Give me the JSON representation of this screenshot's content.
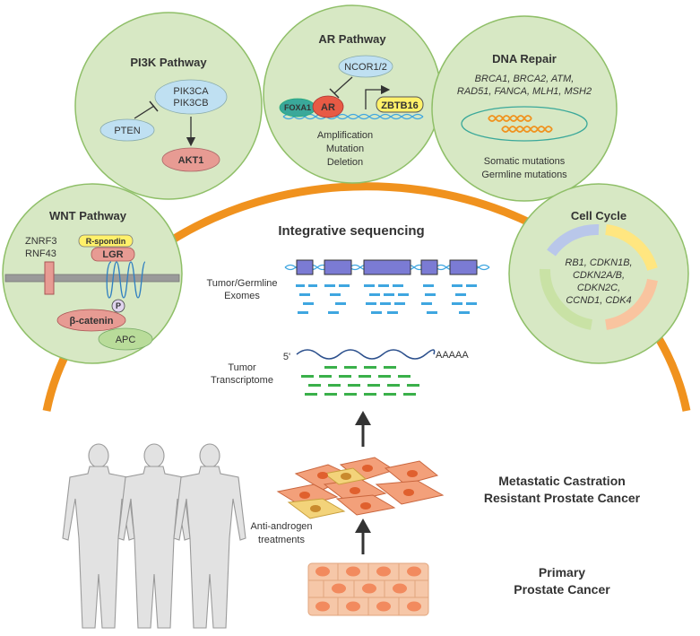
{
  "pi3k": {
    "title": "PI3K Pathway",
    "pik3ca": "PIK3CA",
    "pik3cb": "PIK3CB",
    "pten": "PTEN",
    "akt1": "AKT1"
  },
  "ar": {
    "title": "AR Pathway",
    "ncor": "NCOR1/2",
    "foxa1": "FOXA1",
    "ar": "AR",
    "zbtb16": "ZBTB16",
    "line1": "Amplification",
    "line2": "Mutation",
    "line3": "Deletion"
  },
  "dna": {
    "title": "DNA Repair",
    "genes1": "BRCA1, BRCA2, ATM,",
    "genes2": "RAD51, FANCA, MLH1, MSH2",
    "line1": "Somatic mutations",
    "line2": "Germline mutations"
  },
  "wnt": {
    "title": "WNT Pathway",
    "znrf3": "ZNRF3",
    "rnf43": "RNF43",
    "rspondin": "R-spondin",
    "lgr": "LGR",
    "p": "P",
    "bcatenin": "β-catenin",
    "apc": "APC"
  },
  "cell_cycle": {
    "title": "Cell Cycle",
    "line1": "RB1, CDKN1B,",
    "line2": "CDKN2A/B,",
    "line3": "CDKN2C,",
    "line4": "CCND1, CDK4"
  },
  "center": {
    "heading": "Integrative sequencing",
    "exomes1": "Tumor/Germline",
    "exomes2": "Exomes",
    "transcriptome1": "Tumor",
    "transcriptome2": "Transcriptome",
    "five_prime": "5'",
    "polya": "AAAAA"
  },
  "bottom": {
    "anti1": "Anti-androgen",
    "anti2": "treatments",
    "mcrpc1": "Metastatic Castration",
    "mcrpc2": "Resistant Prostate Cancer",
    "primary1": "Primary",
    "primary2": "Prostate Cancer"
  },
  "colors": {
    "arc": "#f0921e",
    "circle_fill": "#d7e8c4",
    "circle_stroke": "#8fbf68",
    "node_blue": "#bfe0f2",
    "node_pink": "#e79b93",
    "node_green": "#b9dc9a",
    "node_yellow": "#fff16a",
    "exome_blue": "#3fa6e0",
    "transcript_green": "#3ab04a",
    "cell_orange": "#f3845a",
    "nucleus": "#f28a5e",
    "body_grey": "#d9d9d9"
  }
}
